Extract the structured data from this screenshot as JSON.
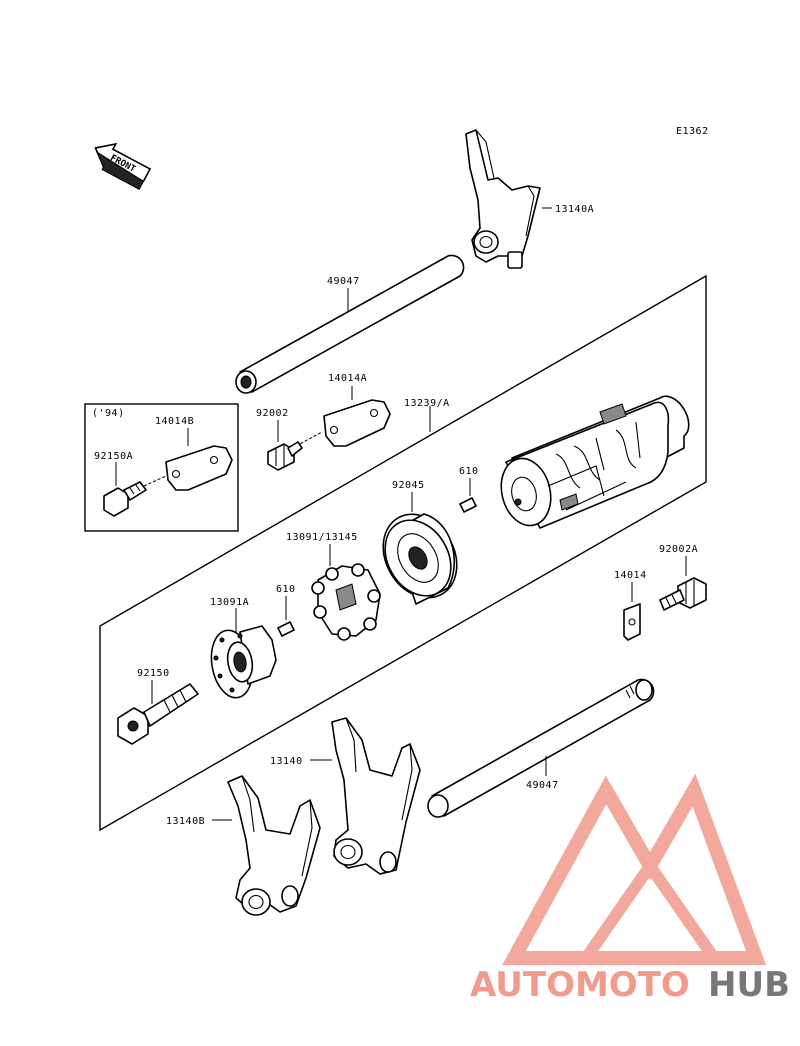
{
  "diagram_code": "E1362",
  "front_label": "FRONT",
  "inset_label": "('94)",
  "watermark": {
    "part1": "AUTOMOTO",
    "part2": "HUB",
    "color_primary": "#f29a8e",
    "color_secondary": "#777777"
  },
  "labels": {
    "p13140A": "13140A",
    "p49047_top": "49047",
    "p14014A": "14014A",
    "p13239": "13239/A",
    "p92002": "92002",
    "p14014B": "14014B",
    "p92150A": "92150A",
    "p610_top": "610",
    "p92045": "92045",
    "p13091_13145": "13091/13145",
    "p92002A": "92002A",
    "p14014": "14014",
    "p13091A": "13091A",
    "p610_mid": "610",
    "p92150": "92150",
    "p13140": "13140",
    "p49047_bottom": "49047",
    "p13140B": "13140B"
  }
}
